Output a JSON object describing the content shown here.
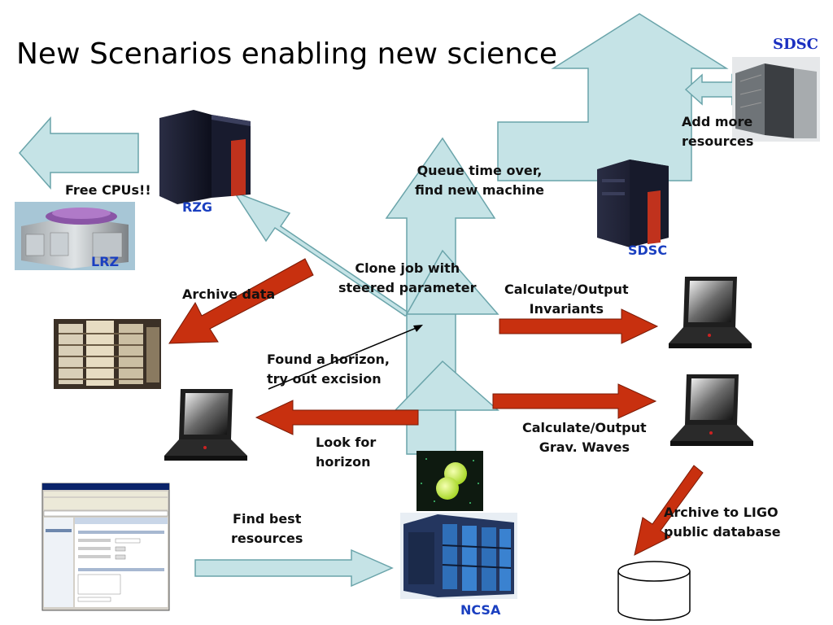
{
  "title": "New Scenarios enabling new science",
  "sites": {
    "rzg": "RZG",
    "lrz": "LRZ",
    "sdsc_top": "SDSC",
    "sdsc_mid": "SDSC",
    "ncsa": "NCSA"
  },
  "labels": {
    "free_cpus": "Free CPUs!!",
    "archive_data": "Archive data",
    "queue_time": "Queue time over,\nfind new machine",
    "add_resources": "Add more\nresources",
    "clone_job": "Clone job with\nsteered parameter",
    "calc_invariants": "Calculate/Output\nInvariants",
    "found_horizon": "Found a horizon,\ntry out excision",
    "look_horizon": "Look for\nhorizon",
    "calc_waves": "Calculate/Output\nGrav. Waves",
    "find_resources": "Find best\nresources",
    "archive_ligo": "Archive to LIGO\npublic database"
  },
  "colors": {
    "light_arrow": "#c5e3e6",
    "red_arrow": "#c8300f",
    "site_label": "#1a3fc0"
  },
  "icons": {
    "supercomputer": "server-rack-icon",
    "laptop": "laptop-icon",
    "database": "database-cylinder-icon",
    "tape_archive": "tape-library-icon",
    "simulation": "black-hole-simulation-icon",
    "portal": "web-portal-screenshot-icon"
  }
}
